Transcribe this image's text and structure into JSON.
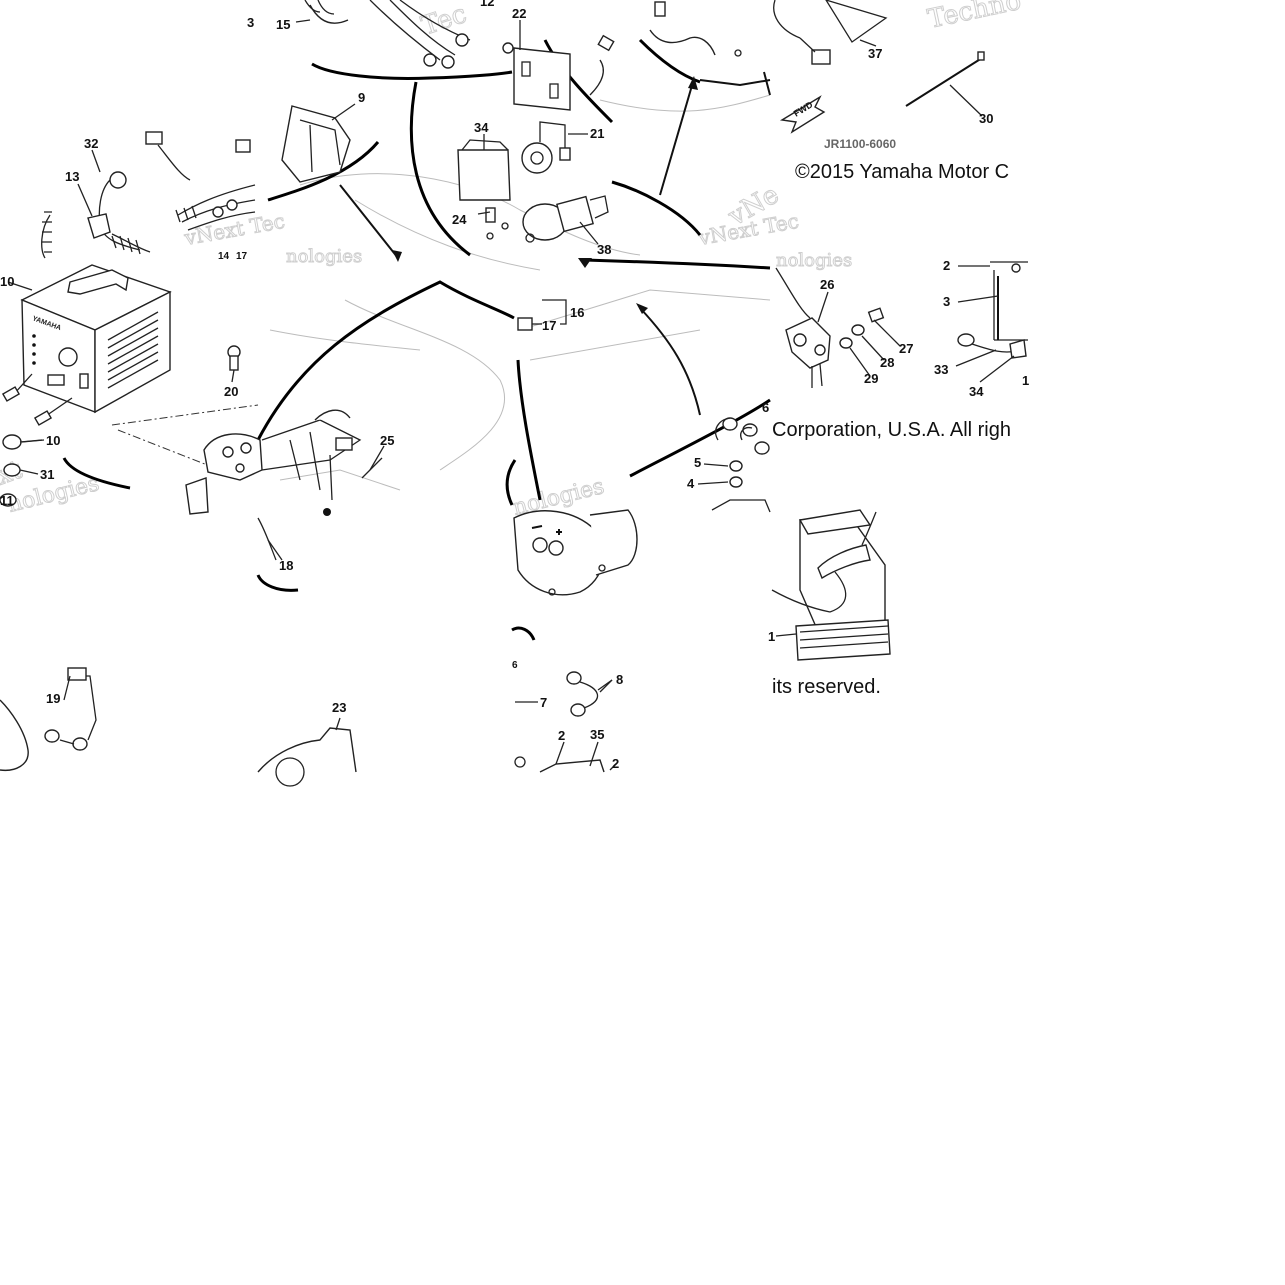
{
  "diagram": {
    "reference_code": "JR1100-6060",
    "copyright_line_1": "©2015 Yamaha Motor C",
    "copyright_line_2": "Corporation, U.S.A. All righ",
    "copyright_line_3": "its reserved.",
    "direction_arrow_label": "FWD",
    "charger_brand": "YAMAHA",
    "watermarks": [
      "Techno",
      "vNext Tec",
      "nologies",
      "vNext Tec",
      "nologies",
      "vNe",
      "Tec",
      "xt",
      "nologies",
      "nologies"
    ],
    "callouts": [
      "3",
      "15",
      "12",
      "22",
      "37",
      "30",
      "9",
      "34",
      "21",
      "32",
      "13",
      "24",
      "38",
      "14",
      "17",
      "6",
      "16",
      "17",
      "26",
      "2",
      "3",
      "27",
      "28",
      "29",
      "33",
      "34",
      "1",
      "20",
      "10",
      "31",
      "11",
      "25",
      "5",
      "4",
      "18",
      "1",
      "19",
      "23",
      "7",
      "8",
      "2",
      "35",
      "2",
      "6",
      "10"
    ]
  }
}
